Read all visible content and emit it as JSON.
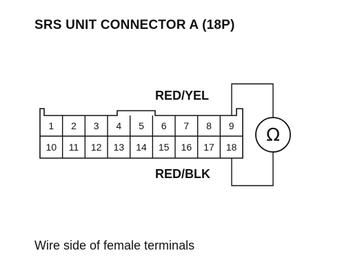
{
  "title": "SRS UNIT CONNECTOR A (18P)",
  "wires": {
    "top": "RED/YEL",
    "bottom": "RED/BLK"
  },
  "connector": {
    "row1": [
      "1",
      "2",
      "3",
      "4",
      "5",
      "6",
      "7",
      "8",
      "9"
    ],
    "row2": [
      "10",
      "11",
      "12",
      "13",
      "14",
      "15",
      "16",
      "17",
      "18"
    ]
  },
  "meter": {
    "symbol": "Ω",
    "icon": "ohmmeter-icon"
  },
  "caption": "Wire side of female terminals"
}
